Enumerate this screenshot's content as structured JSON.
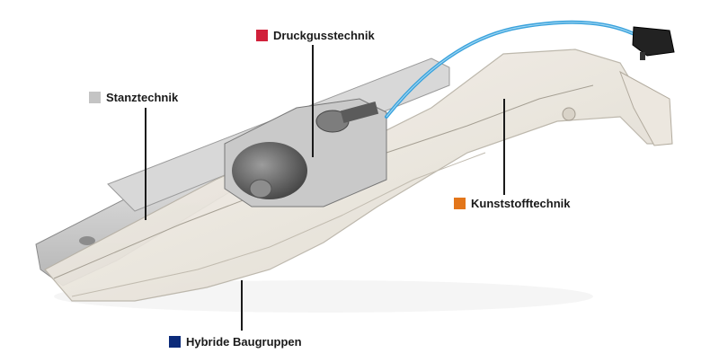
{
  "labels": {
    "druckguss": {
      "text": "Druckgusstechnik",
      "color": "#d1203a"
    },
    "stanz": {
      "text": "Stanztechnik",
      "color": "#c4c4c4"
    },
    "kunststoff": {
      "text": "Kunststofftechnik",
      "color": "#e3761a"
    },
    "hybrid": {
      "text": "Hybride Baugruppen",
      "color": "#0c2b7a"
    }
  }
}
